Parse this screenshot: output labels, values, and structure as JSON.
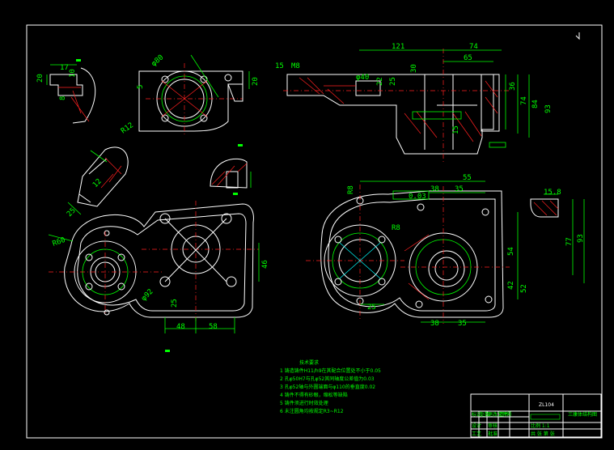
{
  "drawing": {
    "part_code": "ZL104",
    "part_name": "三康体结构图",
    "notes_title": "技术要求",
    "notes": [
      "1 铸造铸件H11/h9在其配合位置处不小于0.05",
      "2 孔φ50H7与孔φ52其同轴度公差值为0.03",
      "3 孔φ52轴与外圆端面与φ110的垂直度0.02",
      "4 铸件不得有砂眼，缩松等缺陷",
      "5 铸件须进行时效处理",
      "6 未注圆角均按规定R3~R12"
    ],
    "title_block": {
      "cells": [
        "标记",
        "处数",
        "更改文件号",
        "签名",
        "设计",
        "审核",
        "工艺",
        "批准"
      ],
      "scale_label": "比例 1:1",
      "sheet_label": "共 张 第 张"
    }
  },
  "dimensions": {
    "top_left_view": [
      "20",
      "17",
      "10",
      "8"
    ],
    "top_center_view": [
      "φ80",
      "5",
      "R12",
      "20"
    ],
    "section_view": [
      "121",
      "74",
      "65",
      "15",
      "M8",
      "φ40",
      "22",
      "25",
      "30",
      "36",
      "74",
      "84",
      "93",
      "15"
    ],
    "detail_view": [
      "25",
      "12"
    ],
    "front_left_view": [
      "R60",
      "φ92",
      "48",
      "58",
      "46",
      "25"
    ],
    "front_right_view": [
      "55",
      "38",
      "35",
      "R8",
      "R8",
      "0.03",
      "54",
      "42",
      "52",
      "38",
      "35",
      "25"
    ],
    "right_detail": [
      "15.8",
      "77",
      "93"
    ]
  },
  "colors": {
    "outline": "#ffffff",
    "dimension": "#00ff00",
    "centerline": "#ff2020",
    "hatch": "#ff2020",
    "border": "#ffffff"
  }
}
